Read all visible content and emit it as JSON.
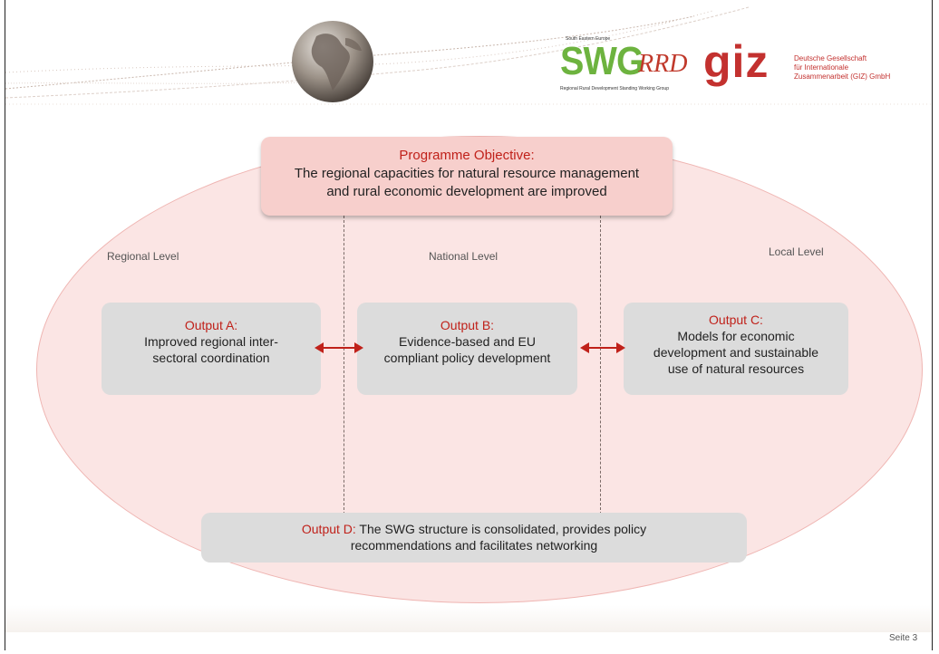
{
  "header": {
    "swg_logo": {
      "top_text": "South Eastern Europe",
      "letters": "SWG",
      "suffix": "RRD",
      "bottom_text": "Regional Rural Development Standing Working Group"
    },
    "giz_logo": {
      "letters": "giz",
      "lines": [
        "Deutsche Gesellschaft",
        "für Internationale",
        "Zusammenarbeit (GIZ) GmbH"
      ]
    },
    "globe_icon": "globe-icon"
  },
  "objective": {
    "label": "Programme Objective:",
    "text_line1": "The regional capacities for natural resource management",
    "text_line2": "and rural economic development are improved"
  },
  "levels": {
    "regional": "Regional Level",
    "national": "National Level",
    "local": "Local Level"
  },
  "outputs": {
    "a": {
      "label": "Output A:",
      "line1": "Improved regional inter-",
      "line2": "sectoral coordination"
    },
    "b": {
      "label": "Output B:",
      "line1": "Evidence-based and EU",
      "line2": "compliant policy development"
    },
    "c": {
      "label": "Output C:",
      "line1": "Models for economic",
      "line2": "development and sustainable",
      "line3": "use of natural resources"
    },
    "d": {
      "label": "Output D:",
      "text_line1": " The SWG structure is consolidated, provides policy",
      "text_line2": "recommendations and facilitates networking"
    }
  },
  "colors": {
    "accent_red": "#c0211a",
    "ellipse_fill": "#fbe5e4",
    "objective_fill": "#f7cfcc",
    "output_fill": "#dcdcdc",
    "swg_green": "#6db33f",
    "giz_red": "#c3312f"
  },
  "footer": {
    "page": "Seite 3"
  }
}
